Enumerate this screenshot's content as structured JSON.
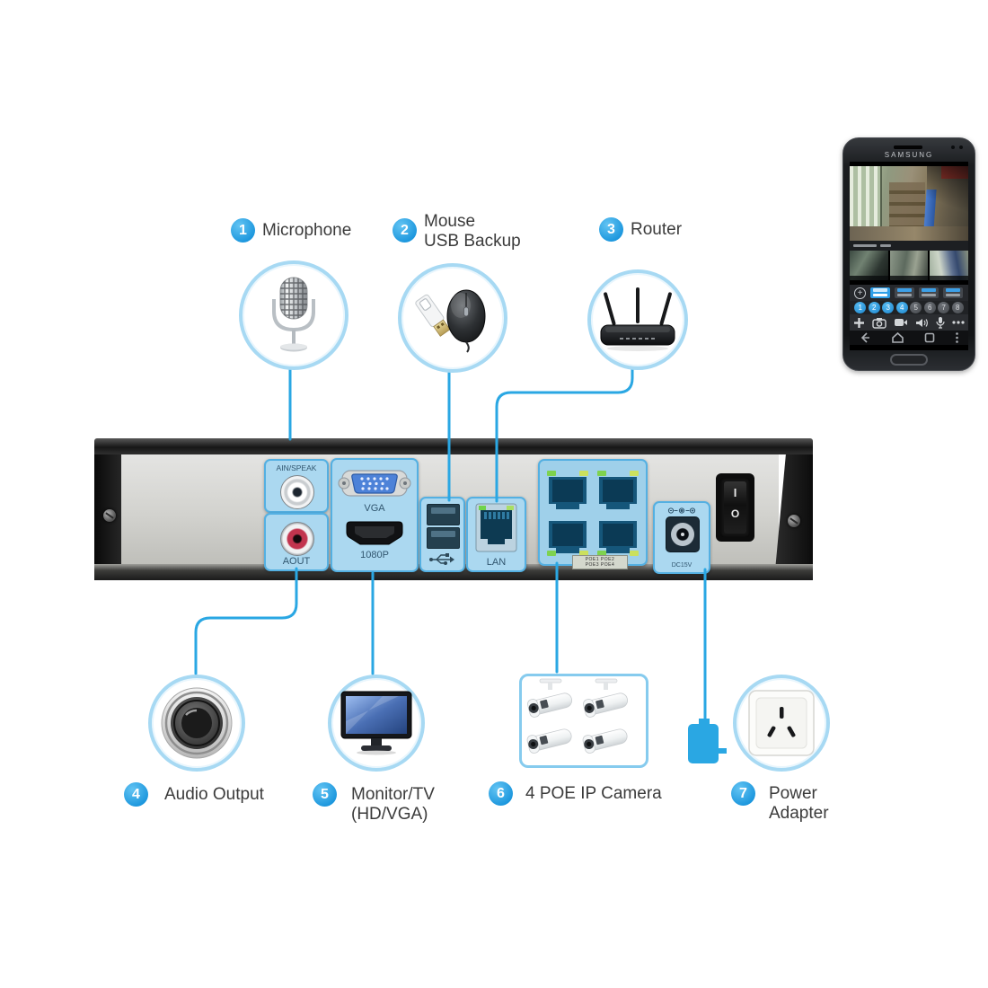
{
  "colors": {
    "accent_blue": "#29a7e2",
    "badge_blue": "#1e9bdd",
    "highlight_fill": "#abd8f0",
    "highlight_border": "#54b0e2"
  },
  "callouts": {
    "microphone": {
      "number": "1",
      "label": "Microphone"
    },
    "mouse_usb": {
      "number": "2",
      "line1": "Mouse",
      "line2": "USB Backup"
    },
    "router": {
      "number": "3",
      "label": "Router"
    },
    "audio_output": {
      "number": "4",
      "label": "Audio Output"
    },
    "monitor": {
      "number": "5",
      "line1": "Monitor/TV",
      "line2": "(HD/VGA)"
    },
    "poe_camera": {
      "number": "6",
      "label": "4 POE IP Camera"
    },
    "power_adapter": {
      "number": "7",
      "line1": "Power",
      "line2": "Adapter"
    }
  },
  "nvr": {
    "ports": {
      "ain_speak": "AIN/SPEAK",
      "aout": "AOUT",
      "vga": "VGA",
      "hdmi": "1080P",
      "lan": "LAN",
      "dc_power": "DC15V",
      "poe_label_row1": "POE1 POE2",
      "poe_label_row2": "POE3 POE4"
    },
    "power_switch": {
      "on": "I",
      "off": "O"
    }
  },
  "phone": {
    "brand": "SAMSUNG",
    "channels": [
      "1",
      "2",
      "3",
      "4",
      "5",
      "6",
      "7",
      "8"
    ]
  }
}
